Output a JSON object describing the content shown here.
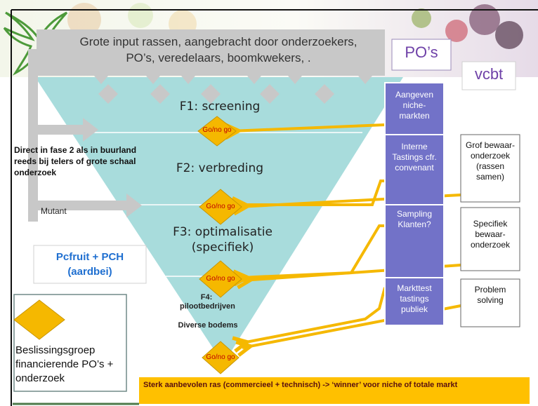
{
  "top_input": {
    "text": "Grote input rassen, aangebracht door onderzoekers, PO’s, veredelaars, boomkwekers, ."
  },
  "labels": {
    "pos": "PO’s",
    "vcbt": "vcbt"
  },
  "phases": {
    "f1": "F1: screening",
    "f2": "F2: verbreding",
    "f3": "F3: optimalisatie (specifiek)",
    "f4": "F4: pilootbedrijven",
    "f4_sub": "Diverse bodems"
  },
  "gates": {
    "label": "Go/no go"
  },
  "side_notes": {
    "direct": "Direct in fase 2 als in buurland reeds bij telers of grote schaal onderzoek",
    "mutant": "Mutant"
  },
  "pcfruit": {
    "text": "Pcfruit + PCH (aardbei)"
  },
  "legend": {
    "text": "Beslissingsgroep financierende PO’s + onderzoek"
  },
  "purple_boxes": [
    "Aangeven niche-markten",
    "Interne Tastings cfr. convenant",
    "Sampling Klanten?",
    "Markttest tastings publiek"
  ],
  "white_boxes": [
    "Grof bewaar-onderzoek (rassen samen)",
    "Specifiek bewaar-onderzoek",
    "Problem solving"
  ],
  "result": {
    "text": "Sterk aanbevolen ras (commercieel + technisch) -> ‘winner’ voor niche of totale markt"
  },
  "colors": {
    "funnel": "#a8dcdc",
    "gray_box": "#c8c8c8",
    "gate": "#f5b800",
    "gate_text": "#c00000",
    "arrow": "#f5b800",
    "purple": "#7272c8",
    "result_bg": "#ffc000",
    "pcfruit": "#1f6fd0"
  }
}
